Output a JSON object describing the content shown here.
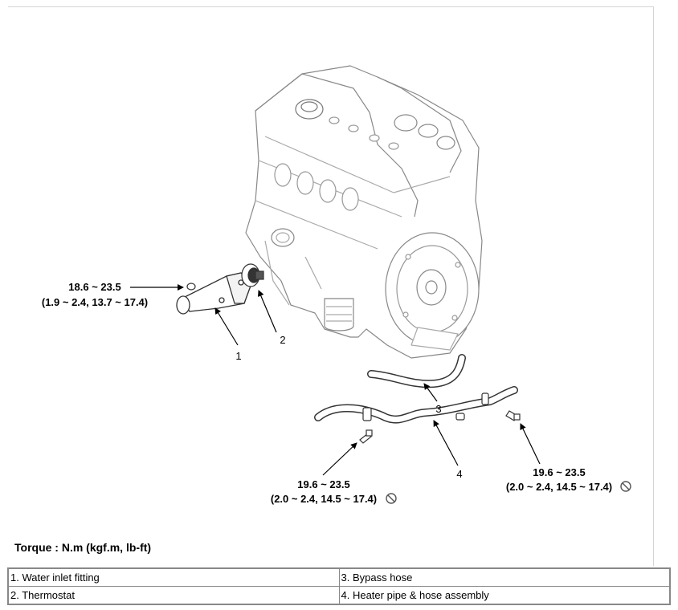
{
  "callouts": {
    "torque_1": {
      "value": "18.6 ~ 23.5",
      "units": "(1.9 ~ 2.4, 13.7 ~ 17.4)"
    },
    "torque_2": {
      "value": "19.6 ~ 23.5",
      "units": "(2.0 ~ 2.4, 14.5 ~ 17.4)"
    },
    "torque_3": {
      "value": "19.6 ~ 23.5",
      "units": "(2.0 ~ 2.4, 14.5 ~ 17.4)"
    },
    "part_numbers": [
      "1",
      "2",
      "3",
      "4"
    ]
  },
  "torque_note": "Torque : N.m (kgf.m, lb-ft)",
  "legend": {
    "rows": [
      [
        "1. Water inlet fitting",
        "3. Bypass hose"
      ],
      [
        "2. Thermostat",
        "4. Heater pipe & hose assembly"
      ]
    ]
  },
  "icons": {
    "do_not_reuse": "prohibited-circle-icon"
  }
}
